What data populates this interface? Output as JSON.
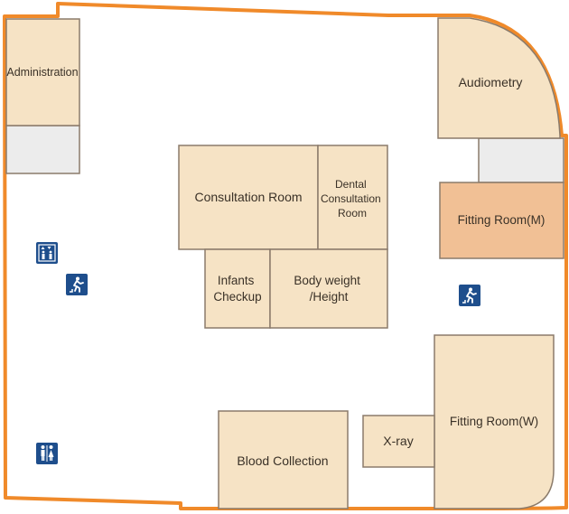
{
  "floor_plan": {
    "colors": {
      "wall": "#f08a2a",
      "room_fill": "#f6e3c5",
      "room_stroke": "#8b7b6b",
      "highlight_fill": "#f1c095",
      "service_fill": "#ececec",
      "icon_bg": "#1e4e8c"
    },
    "rooms": [
      {
        "id": "administration",
        "label": [
          "Administration"
        ]
      },
      {
        "id": "audiometry",
        "label": [
          "Audiometry"
        ]
      },
      {
        "id": "consultation-room",
        "label": [
          "Consultation Room"
        ]
      },
      {
        "id": "dental-consultation-room",
        "label": [
          "Dental",
          "Consultation",
          "Room"
        ]
      },
      {
        "id": "fitting-room-m",
        "label": [
          "Fitting Room(M)"
        ],
        "highlighted": true
      },
      {
        "id": "infants-checkup",
        "label": [
          "Infants",
          "Checkup"
        ]
      },
      {
        "id": "body-weight-height",
        "label": [
          "Body weight",
          "/Height"
        ]
      },
      {
        "id": "fitting-room-w",
        "label": [
          "Fitting Room(W)"
        ]
      },
      {
        "id": "x-ray",
        "label": [
          "X-ray"
        ]
      },
      {
        "id": "blood-collection",
        "label": [
          "Blood Collection"
        ]
      }
    ],
    "icons": [
      {
        "id": "elevator",
        "name": "elevator-icon"
      },
      {
        "id": "emergency-exit-left",
        "name": "emergency-exit-icon"
      },
      {
        "id": "emergency-exit-right",
        "name": "emergency-exit-icon"
      },
      {
        "id": "restroom",
        "name": "restroom-icon"
      }
    ]
  }
}
